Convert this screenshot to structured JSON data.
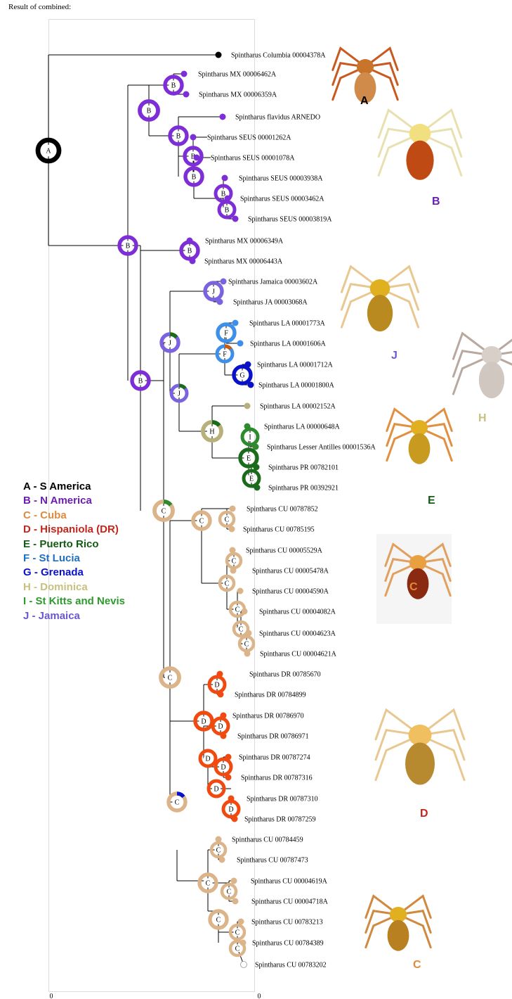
{
  "header": {
    "title": "Result of combined:"
  },
  "axis_labels": {
    "left": "0",
    "right": "0"
  },
  "colors": {
    "A": "#000000",
    "B": "#7d2ed6",
    "C": "#dcb48a",
    "D": "#f04a10",
    "E": "#1a6b1a",
    "F": "#3d8fea",
    "G": "#0a12c8",
    "H": "#b8b07a",
    "I": "#2d8a2d",
    "J": "#7a62e0",
    "edge": "#000000"
  },
  "legend": [
    {
      "key": "A",
      "label": "A - S America",
      "color": "#000000"
    },
    {
      "key": "B",
      "label": "B - N America",
      "color": "#6a1fb0"
    },
    {
      "key": "C",
      "label": "C - Cuba",
      "color": "#e08a3c"
    },
    {
      "key": "D",
      "label": "D - Hispaniola (DR)",
      "color": "#c4261c"
    },
    {
      "key": "E",
      "label": "E - Puerto Rico",
      "color": "#145a14"
    },
    {
      "key": "F",
      "label": "F - St Lucia",
      "color": "#1f6fc0"
    },
    {
      "key": "G",
      "label": "G - Grenada",
      "color": "#0a12c8"
    },
    {
      "key": "H",
      "label": "H - Dominica",
      "color": "#c8c080"
    },
    {
      "key": "I",
      "label": "I - St Kitts and Nevis",
      "color": "#2d9a2d"
    },
    {
      "key": "J",
      "label": "J - Jamaica",
      "color": "#6a58d0"
    }
  ],
  "tips": [
    {
      "label": "Spintharus Columbia 00004378A",
      "area": "A"
    },
    {
      "label": "Spintharus MX 00006462A",
      "area": "B"
    },
    {
      "label": "Spintharus MX 00006359A",
      "area": "B"
    },
    {
      "label": "Spintharus flavidus ARNEDO",
      "area": "B"
    },
    {
      "label": "Spintharus SEUS 00001262A",
      "area": "B"
    },
    {
      "label": "Spintharus SEUS 00001078A",
      "area": "B"
    },
    {
      "label": "Spintharus SEUS 00003938A",
      "area": "B"
    },
    {
      "label": "Spintharus SEUS 00003462A",
      "area": "B"
    },
    {
      "label": "Spintharus SEUS 00003819A",
      "area": "B"
    },
    {
      "label": "Spintharus MX 00006349A",
      "area": "B"
    },
    {
      "label": "Spintharus MX 00006443A",
      "area": "B"
    },
    {
      "label": "Spintharus Jamaica 00003602A",
      "area": "J"
    },
    {
      "label": "Spintharus JA 00003068A",
      "area": "J"
    },
    {
      "label": "Spintharus LA 00001773A",
      "area": "F"
    },
    {
      "label": "Spintharus LA 00001606A",
      "area": "F"
    },
    {
      "label": "Spintharus LA 00001712A",
      "area": "G"
    },
    {
      "label": "Spintharus LA 00001800A",
      "area": "G"
    },
    {
      "label": "Spintharus LA 00002152A",
      "area": "H"
    },
    {
      "label": "Spintharus LA 00000648A",
      "area": "I"
    },
    {
      "label": "Spintharus Lesser Antilles 00001536A",
      "area": "I"
    },
    {
      "label": "Spintharus PR 00782101",
      "area": "E"
    },
    {
      "label": "Spintharus PR 00392921",
      "area": "E"
    },
    {
      "label": "Spintharus CU 00787852",
      "area": "C"
    },
    {
      "label": "Spintharus CU 00785195",
      "area": "C"
    },
    {
      "label": "Spintharus CU 00005529A",
      "area": "C"
    },
    {
      "label": "Spintharus CU 00005478A",
      "area": "C"
    },
    {
      "label": "Spintharus CU 00004590A",
      "area": "C"
    },
    {
      "label": "Spintharus CU 00004082A",
      "area": "C"
    },
    {
      "label": "Spintharus CU 00004623A",
      "area": "C"
    },
    {
      "label": "Spintharus CU 00004621A",
      "area": "C"
    },
    {
      "label": "Spintharus DR 00785670",
      "area": "D"
    },
    {
      "label": "Spintharus DR 00784899",
      "area": "D"
    },
    {
      "label": "Spintharus DR 00786970",
      "area": "D"
    },
    {
      "label": "Spintharus DR 00786971",
      "area": "D"
    },
    {
      "label": "Spintharus DR 00787274",
      "area": "D"
    },
    {
      "label": "Spintharus DR 00787316",
      "area": "D"
    },
    {
      "label": "Spintharus DR 00787310",
      "area": "D"
    },
    {
      "label": "Spintharus DR 00787259",
      "area": "D"
    },
    {
      "label": "Spintharus CU 00784459",
      "area": "C"
    },
    {
      "label": "Spintharus CU 00787473",
      "area": "C"
    },
    {
      "label": "Spintharus CU 00004619A",
      "area": "C"
    },
    {
      "label": "Spintharus CU 00004718A",
      "area": "C"
    },
    {
      "label": "Spintharus CU 00783213",
      "area": "C"
    },
    {
      "label": "Spintharus CU 00784389",
      "area": "C"
    },
    {
      "label": "Spintharus CU 00783202",
      "area": "open"
    }
  ],
  "nodes": [
    {
      "state": "A"
    },
    {
      "state": "B"
    },
    {
      "state": "B"
    },
    {
      "state": "B"
    },
    {
      "state": "B"
    },
    {
      "state": "B"
    },
    {
      "state": "B"
    },
    {
      "state": "B"
    },
    {
      "state": "B"
    },
    {
      "state": "B"
    },
    {
      "state": "B"
    },
    {
      "state": "J"
    },
    {
      "state": "J"
    },
    {
      "state": "F"
    },
    {
      "state": "F"
    },
    {
      "state": "G"
    },
    {
      "state": "J"
    },
    {
      "state": "H"
    },
    {
      "state": "I"
    },
    {
      "state": "E"
    },
    {
      "state": "E"
    },
    {
      "state": "C"
    },
    {
      "state": "C"
    },
    {
      "state": "C"
    },
    {
      "state": "C"
    },
    {
      "state": "C"
    },
    {
      "state": "C"
    },
    {
      "state": "C"
    },
    {
      "state": "C"
    },
    {
      "state": "C"
    },
    {
      "state": "D"
    },
    {
      "state": "D"
    },
    {
      "state": "D"
    },
    {
      "state": "D"
    },
    {
      "state": "D"
    },
    {
      "state": "D"
    },
    {
      "state": "D"
    },
    {
      "state": "C"
    },
    {
      "state": "C"
    },
    {
      "state": "C"
    },
    {
      "state": "C"
    },
    {
      "state": "C"
    },
    {
      "state": "C"
    },
    {
      "state": "C"
    }
  ],
  "photos": [
    {
      "letter": "A",
      "letter_color": "#000000"
    },
    {
      "letter": "B",
      "letter_color": "#6a1fb0"
    },
    {
      "letter": "J",
      "letter_color": "#6a58d0"
    },
    {
      "letter": "H",
      "letter_color": "#c8c080"
    },
    {
      "letter": "E",
      "letter_color": "#145a14"
    },
    {
      "letter": "C",
      "letter_color": "#e08a3c"
    },
    {
      "letter": "D",
      "letter_color": "#c4261c"
    },
    {
      "letter": "C",
      "letter_color": "#e08a3c"
    }
  ]
}
